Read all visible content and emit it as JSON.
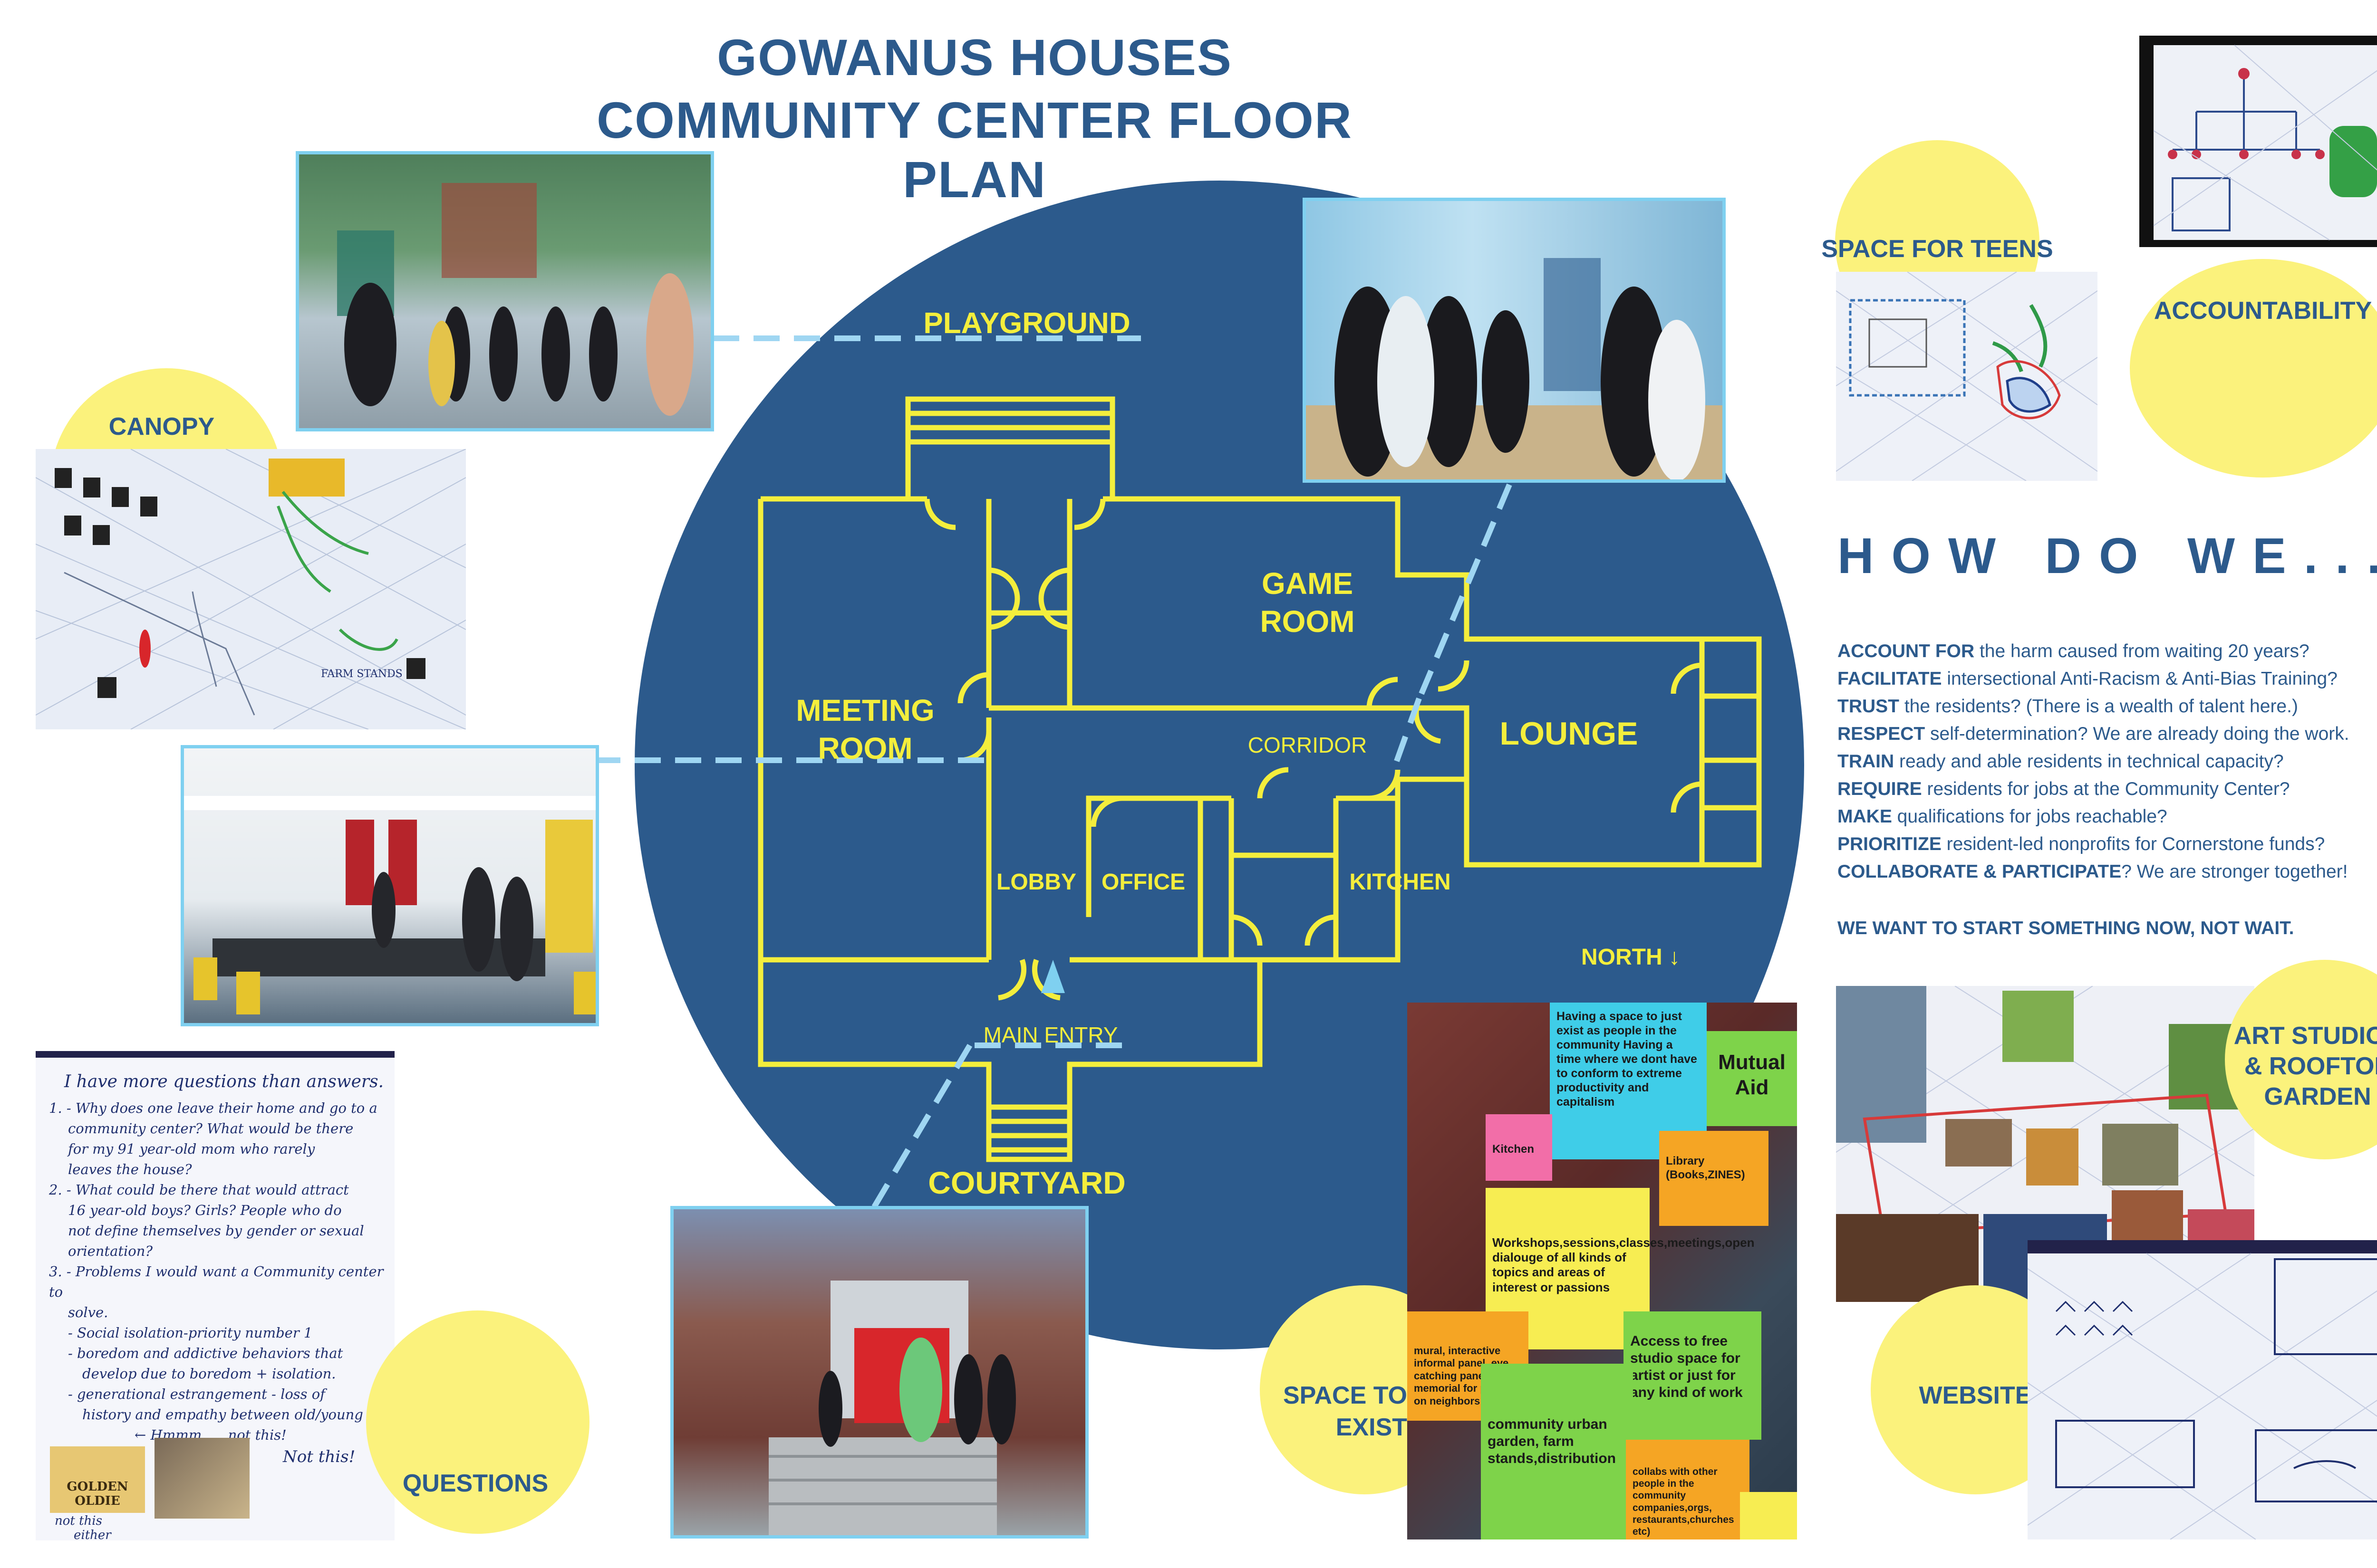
{
  "title": {
    "line1": "GOWANUS HOUSES",
    "line2": "COMMUNITY CENTER FLOOR PLAN"
  },
  "floorplan": {
    "rooms": {
      "playground": "PLAYGROUND",
      "game_room_1": "GAME",
      "game_room_2": "ROOM",
      "meeting_room_1": "MEETING",
      "meeting_room_2": "ROOM",
      "corridor": "CORRIDOR",
      "lounge": "LOUNGE",
      "lobby": "LOBBY",
      "office": "OFFICE",
      "kitchen": "KITCHEN",
      "main_entry": "MAIN ENTRY",
      "courtyard": "COURTYARD",
      "north": "NORTH ↓"
    }
  },
  "themes": {
    "canopy": "CANOPY",
    "questions": "QUESTIONS",
    "space_for_teens": "SPACE FOR TEENS",
    "accountability": "ACCOUNTABILITY",
    "art_studios_1": "ART STUDIOS",
    "art_studios_2": "& ROOFTOP",
    "art_studios_3": "GARDEN",
    "website": "WEBSITE",
    "space_to_exist_1": "SPACE TO",
    "space_to_exist_2": "EXIST"
  },
  "how": {
    "heading": "HOW DO WE...",
    "items": [
      {
        "verb": "ACCOUNT FOR",
        "rest": " the harm caused from waiting 20 years?"
      },
      {
        "verb": "FACILITATE",
        "rest": " intersectional Anti-Racism & Anti-Bias Training?"
      },
      {
        "verb": "TRUST",
        "rest": " the residents? (There is a wealth of talent here.)"
      },
      {
        "verb": "RESPECT",
        "rest": " self-determination? We are already doing the work."
      },
      {
        "verb": "TRAIN",
        "rest": " ready and able residents in technical capacity?"
      },
      {
        "verb": "REQUIRE",
        "rest": " residents for jobs at the Community Center?"
      },
      {
        "verb": "MAKE",
        "rest": " qualifications for jobs reachable?"
      },
      {
        "verb": "PRIORITIZE",
        "rest": " resident-led nonprofits for Cornerstone funds?"
      },
      {
        "verb": "COLLABORATE & PARTICIPATE",
        "rest": "? We are stronger together!"
      }
    ],
    "closing": "WE WANT TO START SOMETHING NOW, NOT WAIT."
  },
  "questions_sheet": {
    "header": "I have more questions than answers.",
    "lines": [
      "1. - Why does one leave their home and go to a",
      "community center? What would be there",
      "for my 91 year-old mom who rarely",
      "leaves the house?",
      "2. - What could be there that would attract",
      "16 year-old boys? Girls? People who do",
      "not define themselves by gender or sexual",
      "orientation?",
      "3. - Problems I would want a Community center to",
      "solve.",
      "- Social isolation-priority number 1",
      "- boredom and addictive behaviors that",
      "develop due to boredom + isolation.",
      "- generational estrangement - loss of",
      "history and empathy between old/young",
      "← Hmmm..... not this!"
    ],
    "not_this": "Not this!",
    "not_this_either_1": "not this",
    "not_this_either_2": "either",
    "golden": "GOLDEN",
    "golden2": "OLDIE"
  },
  "sticky_notes": {
    "cyan": "Having a space to just exist as people in the community Having a time where we dont have to conform to extreme productivity and capitalism",
    "mutual_aid": "Mutual Aid",
    "kitchen": "Kitchen",
    "library": "Library (Books,ZINES)",
    "workshops": "Workshops,sessions,classes,meetings,open dialouge of all kinds of topics and areas of interest or passions",
    "mural": "mural, interactive informal panel, eye catching panel, memorial for passed on neighbors",
    "studio": "Access to free studio space for artist or just for any kind of work",
    "garden": "community urban garden, farm stands,distribution",
    "collabs": "collabs with other people in the community companies,orgs, restaurants,churches etc)"
  },
  "colors": {
    "navy": "#2c5a8c",
    "yellow_line": "#f4ee3c",
    "yellow_circle": "#fbf27c",
    "photo_border": "#7fd0f0",
    "dash": "#9fd6f2"
  }
}
